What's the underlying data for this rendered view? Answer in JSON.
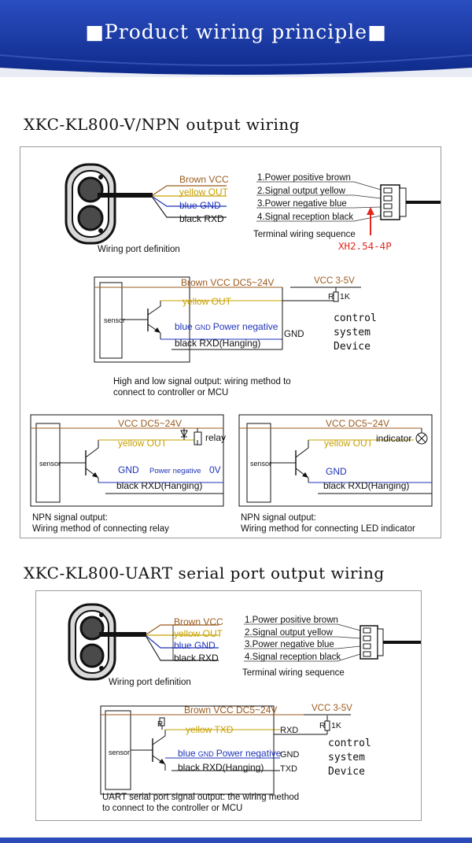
{
  "banner": {
    "title": "■Product wiring principle■"
  },
  "section1": {
    "title": "XKC-KL800-V/NPN output wiring",
    "port": {
      "wires": [
        "Brown VCC",
        "yellow OUT",
        "blue GND",
        "black RXD"
      ],
      "caption": "Wiring port definition",
      "terminal": [
        "1.Power positive brown",
        "2.Signal output yellow",
        "3.Power negative blue",
        "4.Signal reception black"
      ],
      "terminal_caption": "Terminal wiring sequence",
      "connector": "XH2.54-4P"
    },
    "highlow": {
      "brown": "Brown VCC DC5~24V",
      "yellow": "yellow OUT",
      "blue_a": "blue",
      "blue_b": "GND",
      "blue_c": "Power negative",
      "black": "black RXD(Hanging)",
      "sensor": "sensor",
      "vcc": "VCC 3-5V",
      "r_label": "R",
      "k_label": "1K",
      "gnd": "GND",
      "device_1": "control",
      "device_2": "system",
      "device_3": "Device",
      "caption_1": "High and low signal output: wiring method to",
      "caption_2": "connect to controller or MCU"
    },
    "relay": {
      "vcc": "VCC DC5~24V",
      "yellow": "yellow OUT",
      "relay": "relay",
      "gnd": "GND",
      "power_neg": "Power negative",
      "zero_v": "0V",
      "black": "black RXD(Hanging)",
      "sensor": "sensor",
      "caption_1": "NPN signal output:",
      "caption_2": "Wiring method of connecting relay"
    },
    "led": {
      "vcc": "VCC DC5~24V",
      "yellow": "yellow OUT",
      "indicator": "indicator",
      "gnd": "GND",
      "black": "black RXD(Hanging)",
      "sensor": "sensor",
      "caption_1": "NPN signal output:",
      "caption_2": "Wiring method for connecting LED indicator"
    }
  },
  "section2": {
    "title": "XKC-KL800-UART serial port output wiring",
    "port": {
      "wires": [
        "Brown VCC",
        "yellow OUT",
        "blue GND",
        "black RXD"
      ],
      "caption": "Wiring port definition",
      "terminal": [
        "1.Power positive brown",
        "2.Signal output yellow",
        "3.Power negative blue",
        "4.Signal reception black"
      ],
      "terminal_caption": "Terminal wiring sequence"
    },
    "uart": {
      "brown": "Brown VCC DC5~24V",
      "yellow": "yellow TXD",
      "blue_a": "blue",
      "blue_b": "GND",
      "blue_c": "Power negative",
      "black": "black RXD(Hanging)",
      "sensor": "sensor",
      "r_sensor": "R",
      "vcc": "VCC 3-5V",
      "r_label": "R",
      "k_label": "1K",
      "rxd": "RXD",
      "gnd": "GND",
      "txd": "TXD",
      "device_1": "control",
      "device_2": "system",
      "device_3": "Device",
      "caption_1": "UART serial port signal output: the wiring method",
      "caption_2": "to connect to the controller or MCU"
    }
  },
  "colors": {
    "brown": "#9b5a1e",
    "yellow": "#c7a000",
    "blue": "#1f33b8",
    "black": "#1a1a1a",
    "red": "#e0281f",
    "banner": "#23449f"
  }
}
